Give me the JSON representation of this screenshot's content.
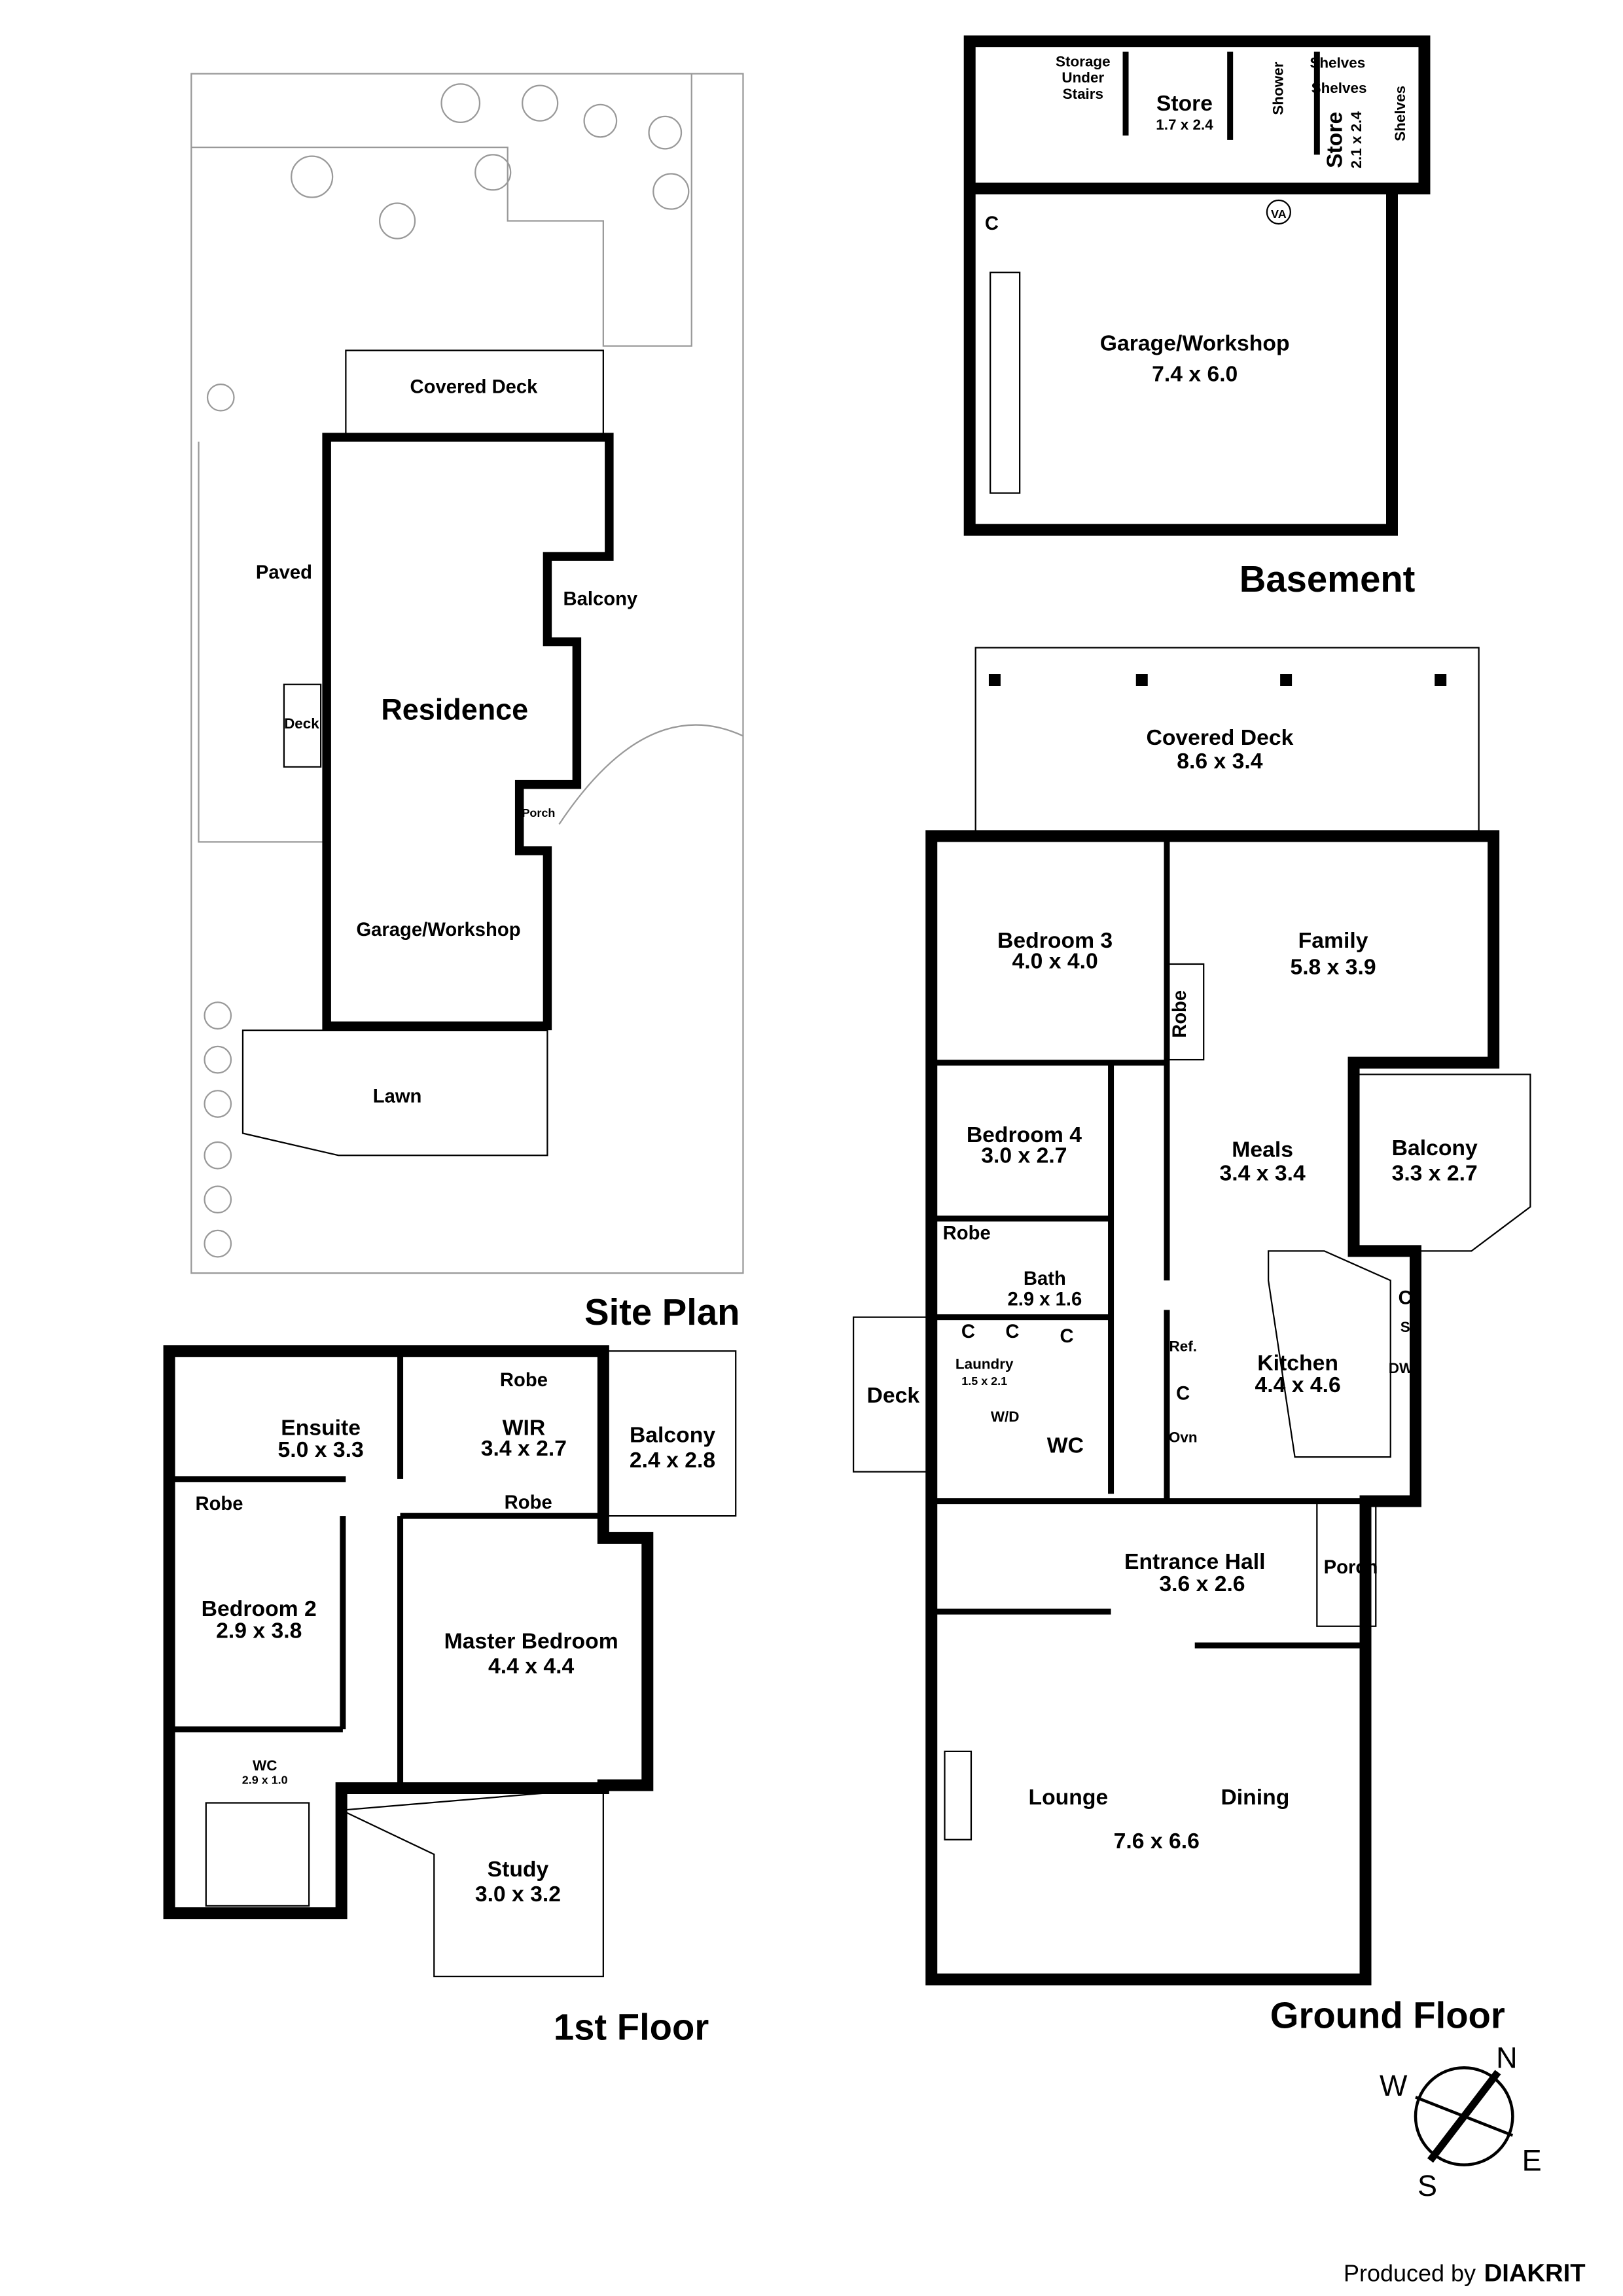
{
  "site_plan": {
    "title": "Site Plan",
    "labels": {
      "covered_deck": "Covered Deck",
      "paved": "Paved",
      "deck": "Deck",
      "residence": "Residence",
      "balcony": "Balcony",
      "porch": "Porch",
      "garage": "Garage/Workshop",
      "lawn": "Lawn"
    }
  },
  "basement": {
    "title": "Basement",
    "rooms": {
      "storage_under_stairs": [
        "Storage",
        "Under",
        "Stairs"
      ],
      "store1": {
        "name": "Store",
        "size": "1.7 x 2.4"
      },
      "shower": "Shower",
      "shelves": "Shelves",
      "store2": {
        "name": "Store",
        "size": "2.1 x 2.4"
      },
      "cupboard": "C",
      "va": "VA",
      "garage": {
        "name": "Garage/Workshop",
        "size": "7.4 x 6.0"
      }
    }
  },
  "ground_floor": {
    "title": "Ground Floor",
    "rooms": {
      "covered_deck": {
        "name": "Covered Deck",
        "size": "8.6 x 3.4"
      },
      "bedroom3": {
        "name": "Bedroom 3",
        "size": "4.0 x 4.0"
      },
      "family": {
        "name": "Family",
        "size": "5.8 x 3.9"
      },
      "robe": "Robe",
      "bedroom4": {
        "name": "Bedroom 4",
        "size": "3.0 x 2.7"
      },
      "meals": {
        "name": "Meals",
        "size": "3.4 x 3.4"
      },
      "balcony": {
        "name": "Balcony",
        "size": "3.3 x 2.7"
      },
      "bath": {
        "name": "Bath",
        "size": "2.9 x 1.6"
      },
      "cupboard": "C",
      "laundry": {
        "name": "Laundry",
        "size": "1.5 x 2.1"
      },
      "wd": "W/D",
      "deck": "Deck",
      "wc": "WC",
      "kitchen": {
        "name": "Kitchen",
        "size": "4.4 x 4.6"
      },
      "ref": "Ref.",
      "ovn": "Ovn",
      "s": "S",
      "dw": "DW",
      "entrance_hall": {
        "name": "Entrance Hall",
        "size": "3.6 x 2.6"
      },
      "porch": "Porch",
      "lounge": "Lounge",
      "dining": "Dining",
      "lounge_dining_size": "7.6 x 6.6"
    }
  },
  "first_floor": {
    "title": "1st Floor",
    "rooms": {
      "ensuite": {
        "name": "Ensuite",
        "size": "5.0 x 3.3"
      },
      "robe": "Robe",
      "wir": {
        "name": "WIR",
        "size": "3.4 x 2.7"
      },
      "balcony": {
        "name": "Balcony",
        "size": "2.4 x 2.8"
      },
      "bedroom2": {
        "name": "Bedroom 2",
        "size": "2.9 x 3.8"
      },
      "master": {
        "name": "Master Bedroom",
        "size": "4.4 x 4.4"
      },
      "wc": {
        "name": "WC",
        "size": "2.9 x 1.0"
      },
      "study": {
        "name": "Study",
        "size": "3.0 x 3.2"
      }
    }
  },
  "compass": {
    "n": "N",
    "e": "E",
    "s": "S",
    "w": "W"
  },
  "credit": {
    "prefix": "Produced by",
    "brand": "DIAKRIT"
  }
}
